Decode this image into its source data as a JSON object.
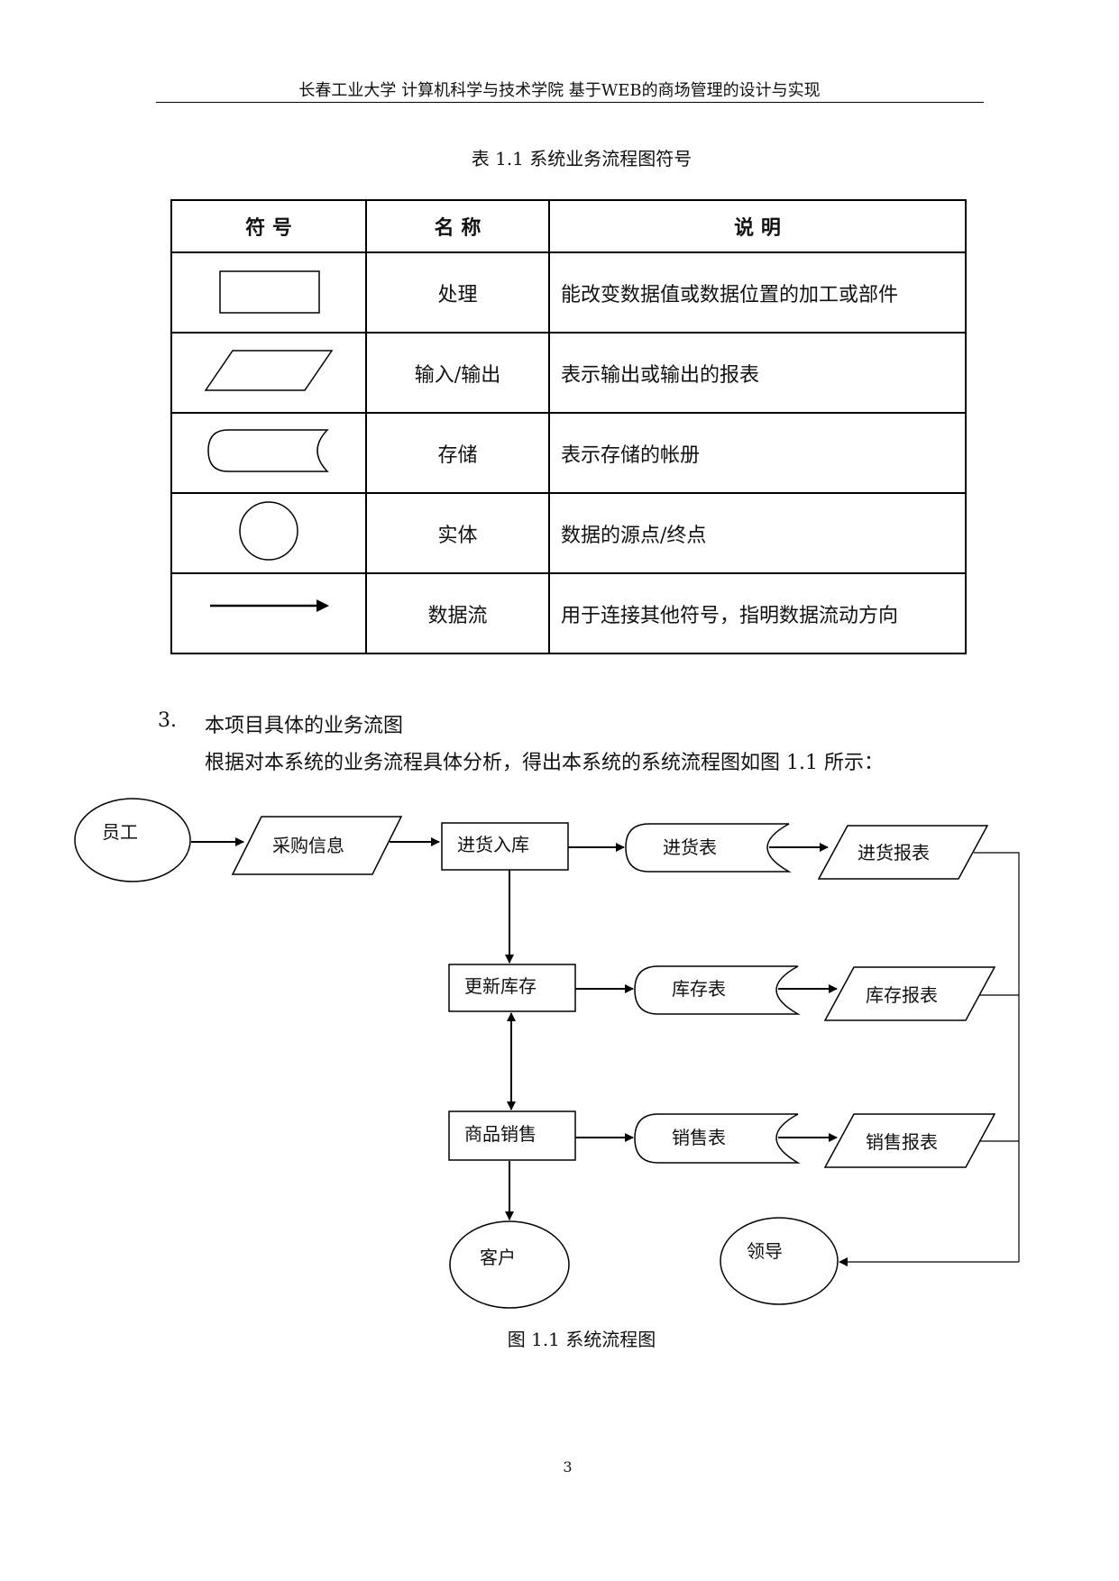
{
  "header": {
    "text": "长春工业大学    计算机科学与技术学院    基于WEB的商场管理的设计与实现"
  },
  "table": {
    "caption": "表 1.1 系统业务流程图符号",
    "headers": [
      "符    号",
      "名    称",
      "说    明"
    ],
    "rows": [
      {
        "symbol": "rectangle-icon",
        "name": "处理",
        "desc": "能改变数据值或数据位置的加工或部件"
      },
      {
        "symbol": "parallelogram-icon",
        "name": "输入/输出",
        "desc": "表示输出或输出的报表"
      },
      {
        "symbol": "storage-icon",
        "name": "存储",
        "desc": "表示存储的帐册"
      },
      {
        "symbol": "circle-icon",
        "name": "实体",
        "desc": "数据的源点/终点"
      },
      {
        "symbol": "arrow-icon",
        "name": "数据流",
        "desc": "用于连接其他符号，指明数据流动方向"
      }
    ]
  },
  "section": {
    "number": "3.",
    "title": "本项目具体的业务流图",
    "paragraph": "根据对本系统的业务流程具体分析，得出本系统的系统流程图如图 1.1 所示："
  },
  "flowchart": {
    "nodes": {
      "employee": "员工",
      "purchase_info": "采购信息",
      "stock_in": "进货入库",
      "purchase_table": "进货表",
      "purchase_report": "进货报表",
      "update_inventory": "更新库存",
      "inventory_table": "库存表",
      "inventory_report": "库存报表",
      "sales": "商品销售",
      "sales_table": "销售表",
      "sales_report": "销售报表",
      "customer": "客户",
      "leader": "领导"
    },
    "caption": "图 1.1 系统流程图"
  },
  "page_number": "3"
}
